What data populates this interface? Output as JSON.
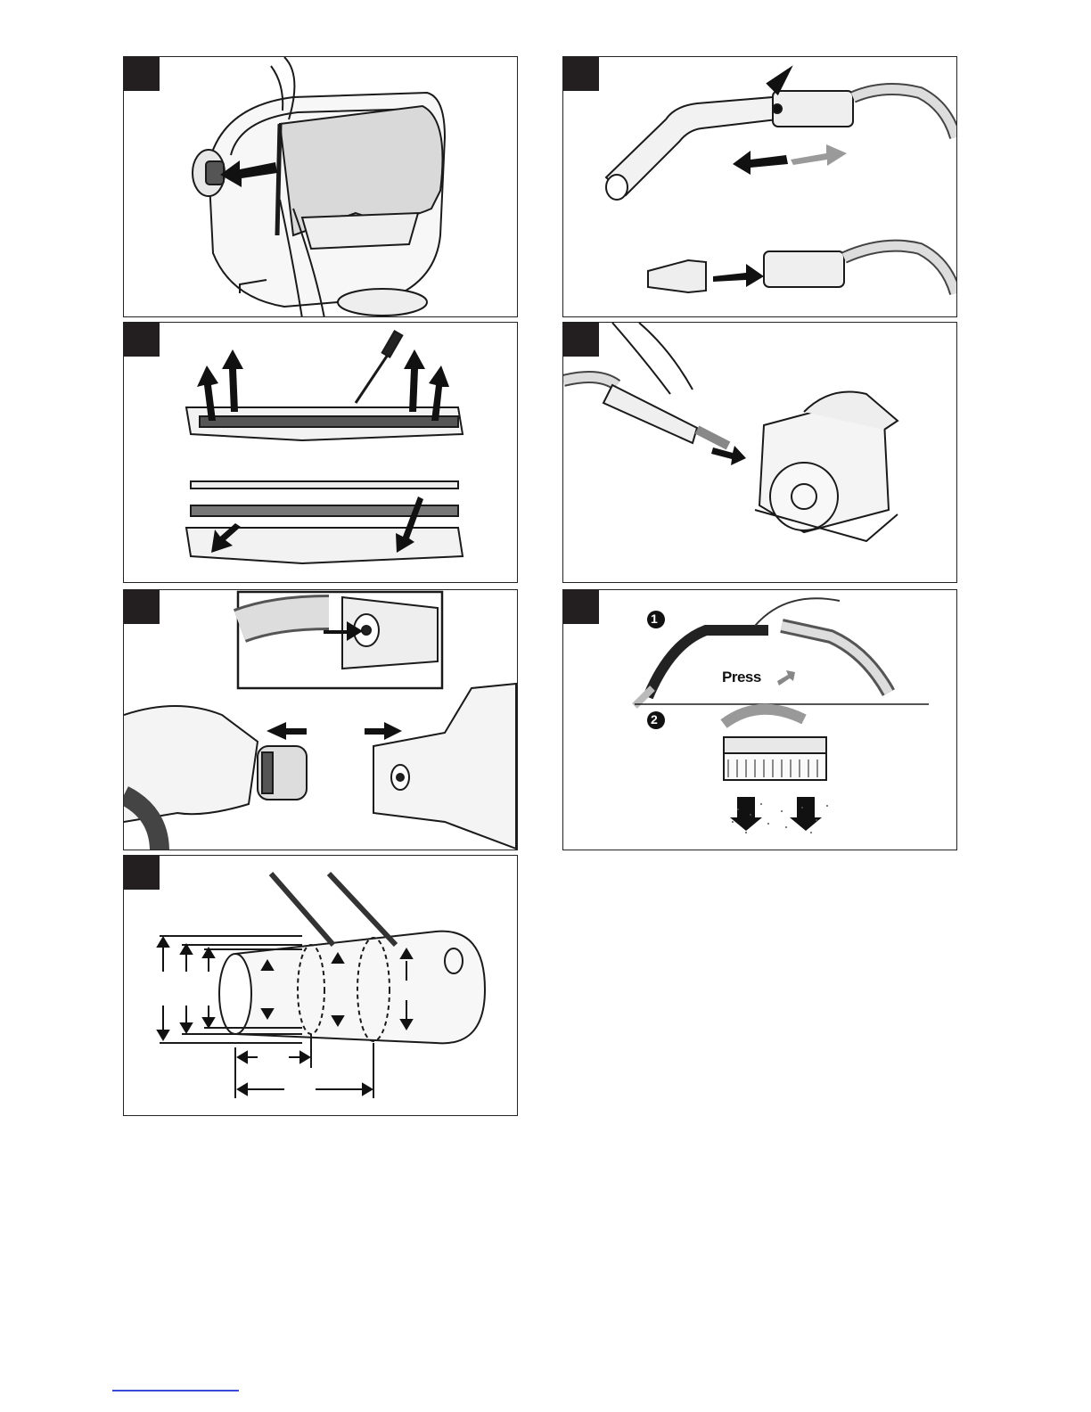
{
  "panels": [
    {
      "id": "p1",
      "figure": "dust-bag-insert"
    },
    {
      "id": "p2",
      "figure": "hose-handle-detach"
    },
    {
      "id": "p3",
      "figure": "floor-nozzle-strip-replace"
    },
    {
      "id": "p4",
      "figure": "hose-to-power-tool"
    },
    {
      "id": "p5",
      "figure": "hose-adapter-remove"
    },
    {
      "id": "p6",
      "figure": "filter-cleaning"
    },
    {
      "id": "p7",
      "figure": "adapter-cut-to-size"
    }
  ],
  "filter_cleaning": {
    "step1_marker": "1",
    "step2_marker": "2",
    "press_label": "Press"
  },
  "colors": {
    "frame": "#231f20",
    "line": "#1a1a1a",
    "arrow_dark": "#111111",
    "arrow_grey": "#9a9a9a",
    "footer_link_line": "#3b4bd8"
  }
}
